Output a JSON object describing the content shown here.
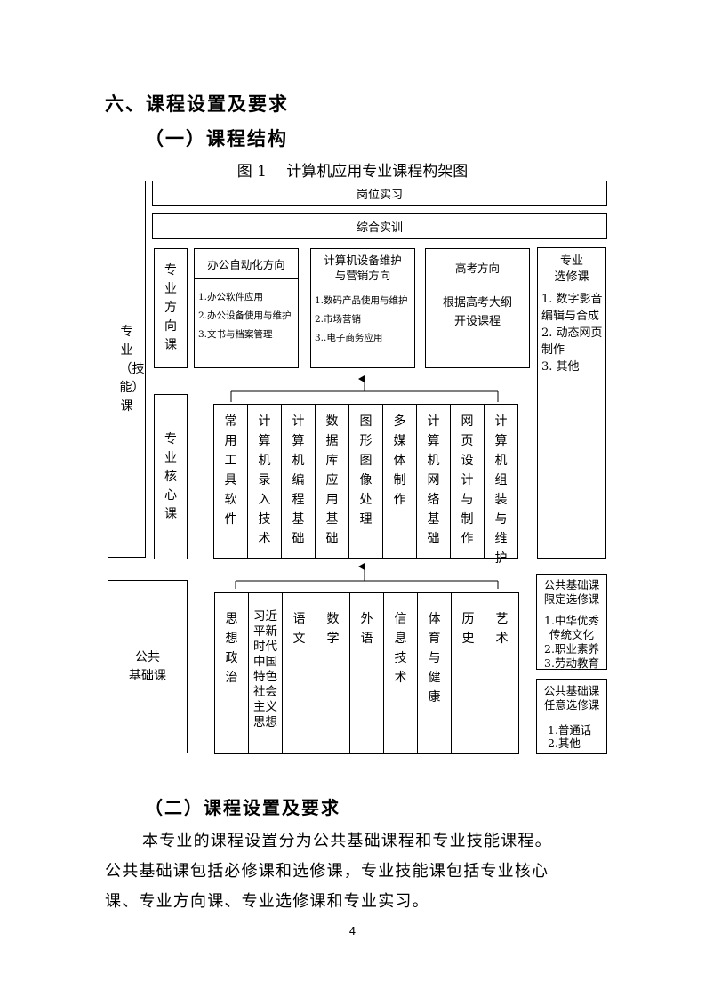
{
  "heading1": "六、课程设置及要求",
  "heading2": "（一）课程结构",
  "figure_title": "图 1　  计算机应用专业课程构架图",
  "left_labels": {
    "professional": "专业（技能）课",
    "public": "公共\n基础课"
  },
  "top_rows": {
    "internship": "岗位实习",
    "training": "综合实训"
  },
  "direction_label": "专业方向课",
  "directions": [
    {
      "title": "办公自动化方向",
      "items": "1.办公软件应用\n2.办公设备使用与维护\n3.文书与档案管理"
    },
    {
      "title": "计算机设备维护\n与营销方向",
      "items": "1.数码产品使用与维护\n2.市场营销\n3..电子商务应用"
    },
    {
      "title": "高考方向",
      "items": "根据高考大纲\n开设课程"
    }
  ],
  "elective": {
    "title": "专业\n选修课",
    "items": "1. 数字影音编辑与合成\n2. 动态网页制作\n3. 其他"
  },
  "core_label": "专业核心课",
  "core_courses": [
    "常用工具软件",
    "计算机录入技术",
    "计算机编程基础",
    "数据库应用基础",
    "图形图像处理",
    "多媒体制作",
    "计算机网络基础",
    "网页设计与制作",
    "计算机组装与维护"
  ],
  "public_courses": [
    "思想政治",
    "习近平新时代中国特色社会主义思想",
    "语文",
    "数学",
    "外语",
    "信息技术",
    "体育与健康",
    "历史",
    "艺术"
  ],
  "public_limited": {
    "title": "公共基础课\n限定选修课",
    "items": "1.中华优秀\n传统文化\n2.职业素养\n3.劳动教育"
  },
  "public_optional": {
    "title": "公共基础课\n任意选修课",
    "items": "1.普通话\n2.其他"
  },
  "section2_heading": "（二）课程设置及要求",
  "paragraph_line1": "本专业的课程设置分为公共基础课程和专业技能课程。",
  "paragraph_line2": "公共基础课包括必修课和选修课，专业技能课包括专业核心",
  "paragraph_line3": "课、专业方向课、专业选修课和专业实习。",
  "page_number": "4"
}
